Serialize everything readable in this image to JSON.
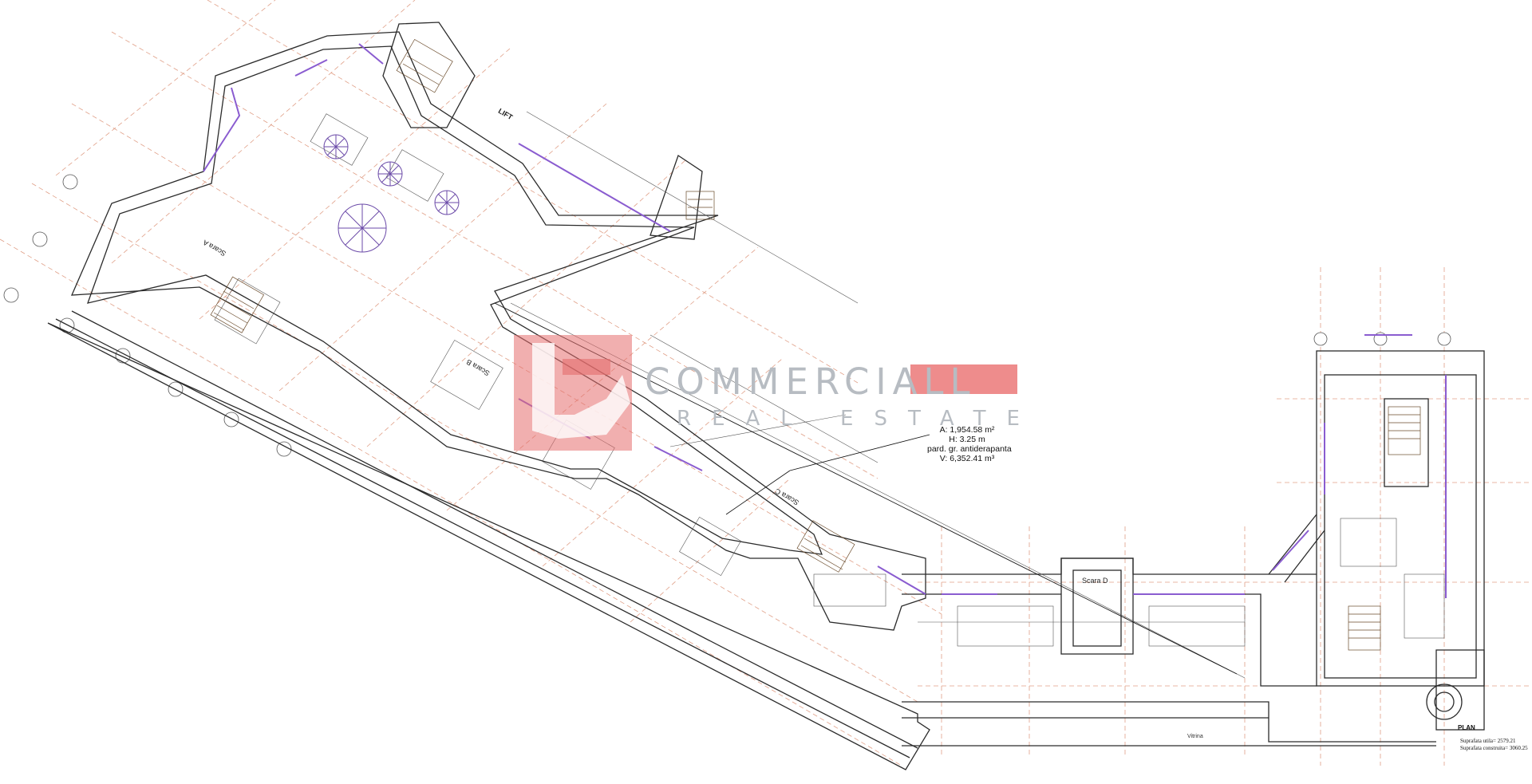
{
  "drawing": {
    "room_info": {
      "area": "A: 1,954.58 m²",
      "height": "H: 3.25 m",
      "floor": "pard. gr. antiderapanta",
      "volume": "V: 6,352.41 m³"
    },
    "labels": {
      "lift": "LIFT",
      "scara_a": "Scara A",
      "scara_b": "Scara B",
      "scara_c": "Scara C",
      "scara_d": "Scara D",
      "plan": "PLAN",
      "vitrina": "Vitrina"
    },
    "surfaces": {
      "useful": "Suprafata utila= 2579.21",
      "built": "Suprafata construita= 3060.25"
    }
  },
  "watermark": {
    "brand": "COMMERCIALL",
    "tagline": "REAL ESTATE"
  }
}
